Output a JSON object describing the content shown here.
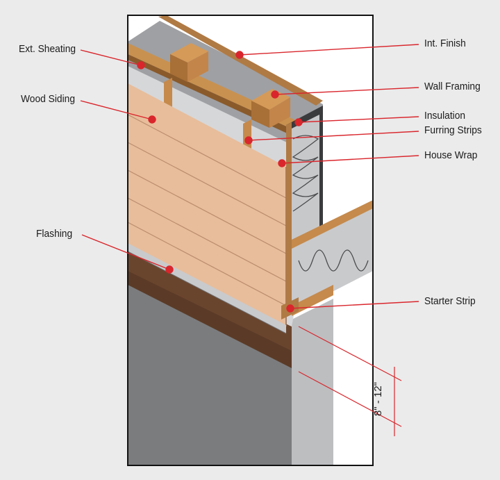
{
  "labels": {
    "ext_sheathing": "Ext. Sheating",
    "wood_siding": "Wood Siding",
    "flashing": "Flashing",
    "int_finish": "Int. Finish",
    "wall_framing": "Wall Framing",
    "insulation": "Insulation",
    "furring_strips": "Furring Strips",
    "house_wrap": "House Wrap",
    "starter_strip": "Starter Strip"
  },
  "dimension": "8\" - 12\"",
  "colors": {
    "background": "#ebebeb",
    "frame": "#111111",
    "leader": "#d9262c",
    "siding": "#e8bc9a",
    "wood": "#c58a4c",
    "wood_dark": "#8a5a2b",
    "sheathing_gray": "#a9aaad",
    "concrete": "#7d7e80",
    "concrete_light": "#bfc0c2",
    "soil": "#5a3a26"
  }
}
